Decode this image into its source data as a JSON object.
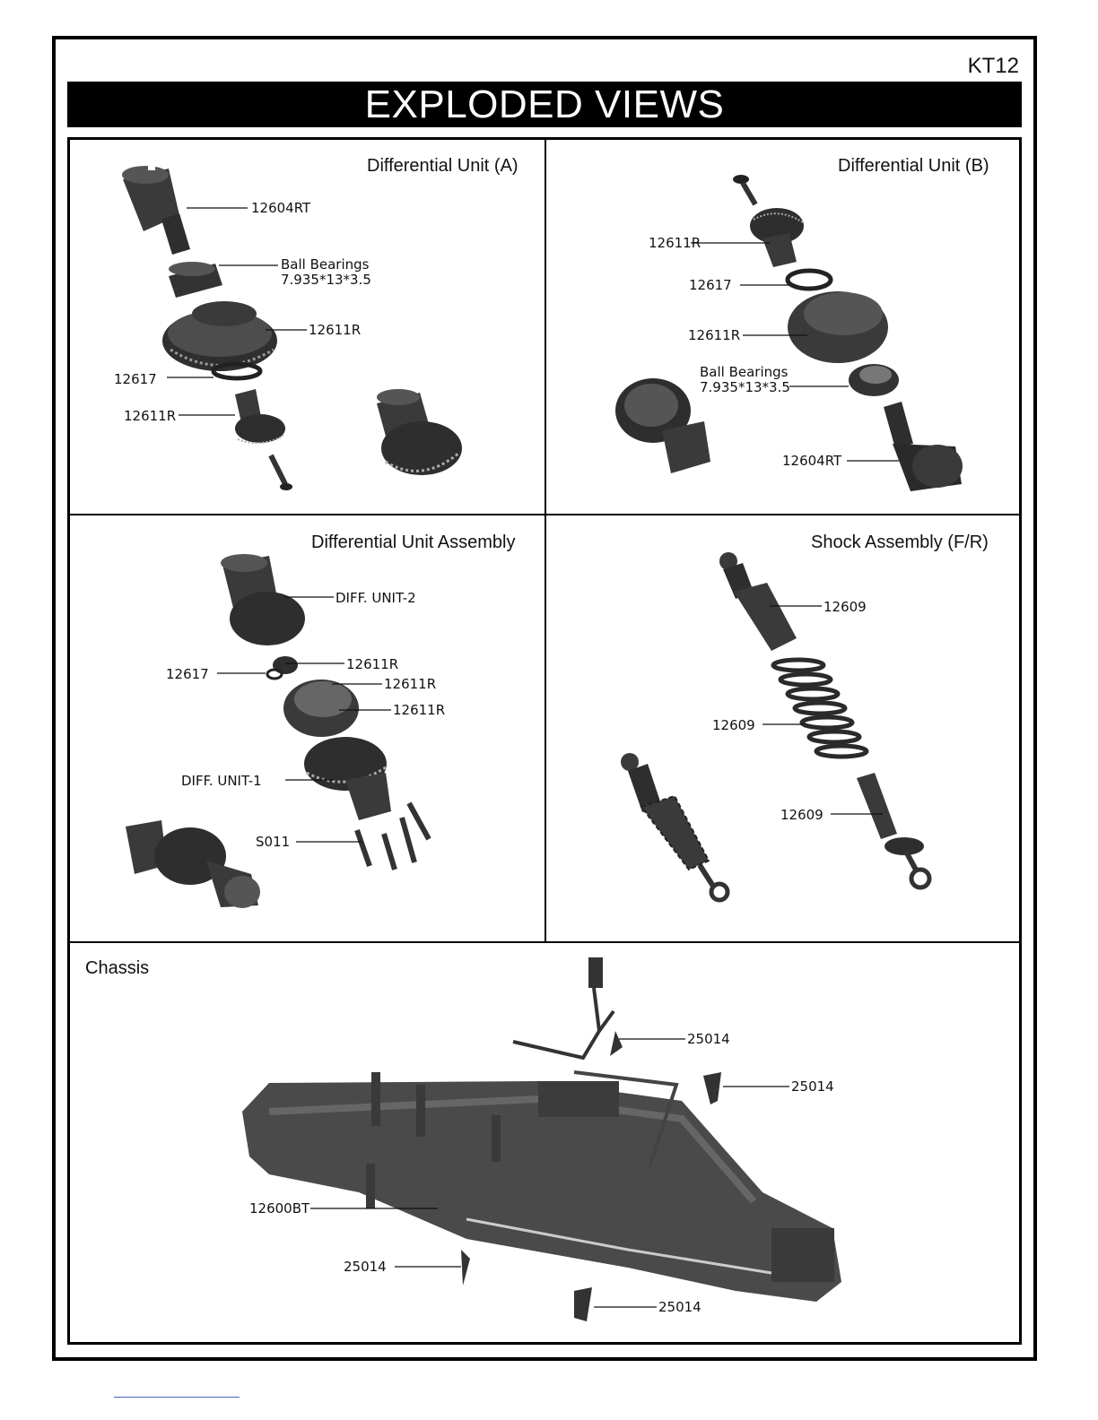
{
  "header": {
    "model_code": "KT12",
    "title": "EXPLODED VIEWS"
  },
  "panels": {
    "diff_a": {
      "title": "Differential Unit (A)",
      "labels": [
        "12604RT",
        "Ball Bearings",
        "7.935*13*3.5",
        "12611R",
        "12617",
        "12611R"
      ]
    },
    "diff_b": {
      "title": "Differential Unit (B)",
      "labels": [
        "12611R",
        "12617",
        "12611R",
        "Ball Bearings",
        "7.935*13*3.5",
        "12604RT"
      ]
    },
    "diff_assembly": {
      "title": "Differential Unit Assembly",
      "labels": [
        "DIFF. UNIT-2",
        "12611R",
        "12617",
        "12611R",
        "12611R",
        "DIFF. UNIT-1",
        "S011"
      ]
    },
    "shock": {
      "title": "Shock Assembly (F/R)",
      "labels": [
        "12609",
        "12609",
        "12609"
      ]
    },
    "chassis": {
      "title": "Chassis",
      "labels": [
        "25014",
        "25014",
        "12600BT",
        "25014",
        "25014"
      ]
    }
  },
  "colors": {
    "part_dark": "#2e2e2e",
    "part_mid": "#4a4a4a",
    "part_light": "#7a7a7a"
  }
}
